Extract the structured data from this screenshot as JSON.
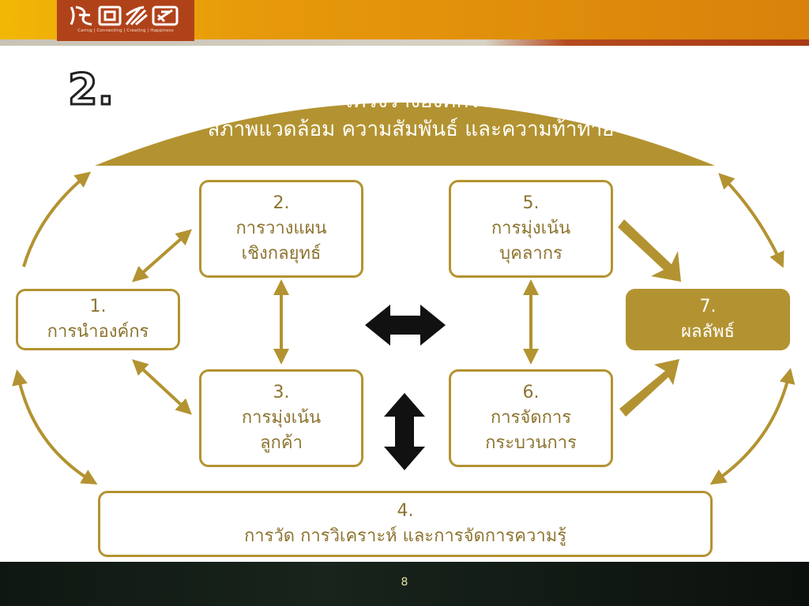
{
  "header": {
    "logo_tagline": "Caring | Connecting | Creating | Happiness"
  },
  "title_badge": "2.",
  "top": {
    "line1": "โครงร่างองค์กร",
    "line2": "สภาพแวดล้อม ความสัมพันธ์ และความท้าทาย"
  },
  "boxes": {
    "b1": {
      "num": "1.",
      "label": "การนำองค์กร"
    },
    "b2": {
      "num": "2.",
      "label1": "การวางแผน",
      "label2": "เชิงกลยุทธ์"
    },
    "b3": {
      "num": "3.",
      "label1": "การมุ่งเน้น",
      "label2": "ลูกค้า"
    },
    "b4": {
      "num": "4.",
      "label": "การวัด การวิเคราะห์ และการจัดการความรู้"
    },
    "b5": {
      "num": "5.",
      "label1": "การมุ่งเน้น",
      "label2": "บุคลากร"
    },
    "b6": {
      "num": "6.",
      "label1": "การจัดการ",
      "label2": "กระบวนการ"
    },
    "b7": {
      "num": "7.",
      "label": "ผลลัพธ์"
    }
  },
  "colors": {
    "gold": "#b39331",
    "dark_arrow": "#111111"
  },
  "footer": {
    "page_number": "8"
  }
}
